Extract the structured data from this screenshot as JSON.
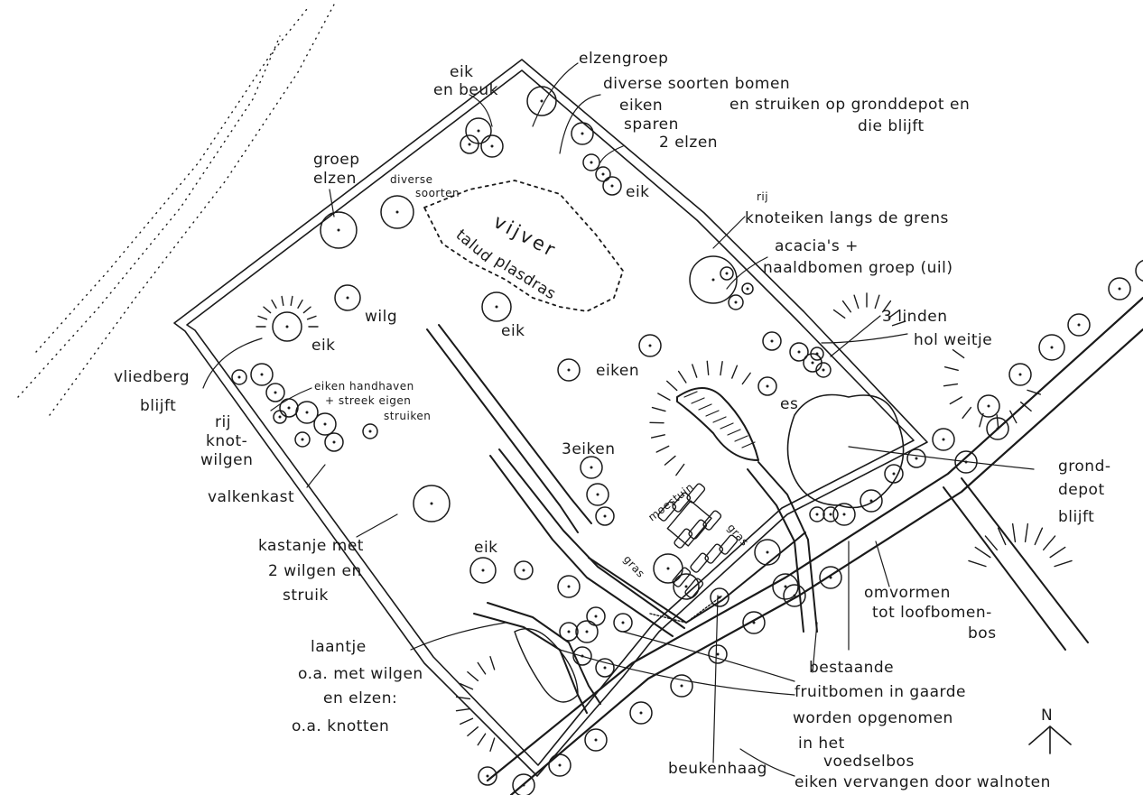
{
  "labels": {
    "elzengroep": "elzengroep",
    "eik_beuk_1": "eik",
    "eik_beuk_2": "en beuk",
    "diverse_bomen_1": "diverse soorten bomen",
    "diverse_bomen_2": "en struiken op gronddepot en",
    "diverse_bomen_3": "die blijft",
    "eiken_sparen_1": "eiken",
    "eiken_sparen_2": "sparen",
    "twee_elzen": "2 elzen",
    "eik_ne": "eik",
    "groep_elzen_1": "groep",
    "groep_elzen_2": "elzen",
    "diverse_soorten_1": "diverse",
    "diverse_soorten_2": "soorten",
    "vijver": "vijver",
    "talud": "talud",
    "plasdras": "plasdras",
    "eik_vijver": "eik",
    "knoteiken_1": "rij",
    "knoteiken_2": "knoteiken langs de grens",
    "acacias_1": "acacia's +",
    "acacias_2": "naaldbomen groep (uil)",
    "wilg": "wilg",
    "eik_w": "eik",
    "drie_linden": "3 linden",
    "hol_weitje": "hol weitje",
    "vliedberg_1": "vliedberg",
    "vliedberg_2": "blijft",
    "eiken_handhaven_1": "eiken handhaven",
    "eiken_handhaven_2": "+ streek eigen",
    "eiken_handhaven_3": "struiken",
    "eiken_mid": "eiken",
    "es": "es",
    "knotwilgen_1": "rij",
    "knotwilgen_2": "knot-",
    "knotwilgen_3": "wilgen",
    "drie_eiken": "3eiken",
    "gronddepot_1": "grond-",
    "gronddepot_2": "depot",
    "gronddepot_3": "blijft",
    "valkenkast": "valkenkast",
    "moestuin": "moestuin",
    "gras_1": "gras",
    "gras_2": "gras",
    "kastanje_1": "kastanje met",
    "kastanje_2": "2 wilgen en",
    "kastanje_3": "struik",
    "eik_sw": "eik",
    "omvormen_1": "omvormen",
    "omvormen_2": "tot loofbomen-",
    "omvormen_3": "bos",
    "laantje_1": "laantje",
    "laantje_2": "o.a. met wilgen",
    "laantje_3": "en elzen:",
    "laantje_4": "o.a. knotten",
    "bestaande_1": "bestaande",
    "bestaande_2": "fruitbomen in gaarde",
    "bestaande_3": "worden opgenomen",
    "bestaande_4": "in het",
    "bestaande_5": "voedselbos",
    "beukenhaag": "beukenhaag",
    "walnoten": "eiken vervangen door walnoten",
    "north": "N"
  }
}
